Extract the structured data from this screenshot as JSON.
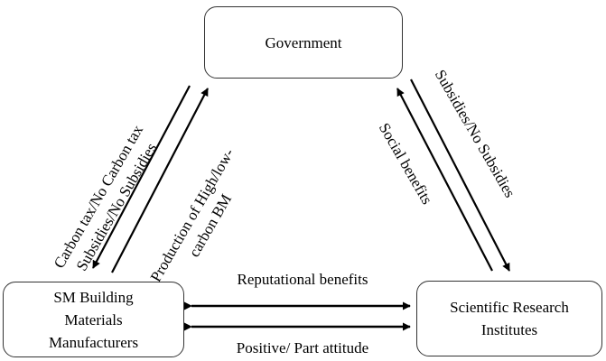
{
  "nodes": {
    "government": "Government",
    "manufacturers": [
      "SM Building",
      "Materials",
      "Manufacturers"
    ],
    "institutes": [
      "Scientific Research",
      "Institutes"
    ]
  },
  "edges": {
    "carbon_tax": [
      "Carbon tax/No Carbon tax",
      "Subsidies/No Subsidies"
    ],
    "production": [
      "Production of High/low-",
      "carbon BM"
    ],
    "social_benefits": "Social benefits",
    "subsidies": "Subsidies/No Subsidies",
    "reputational_benefits": "Reputational benefits",
    "positive_attitude": "Positive/ Part attitude"
  }
}
